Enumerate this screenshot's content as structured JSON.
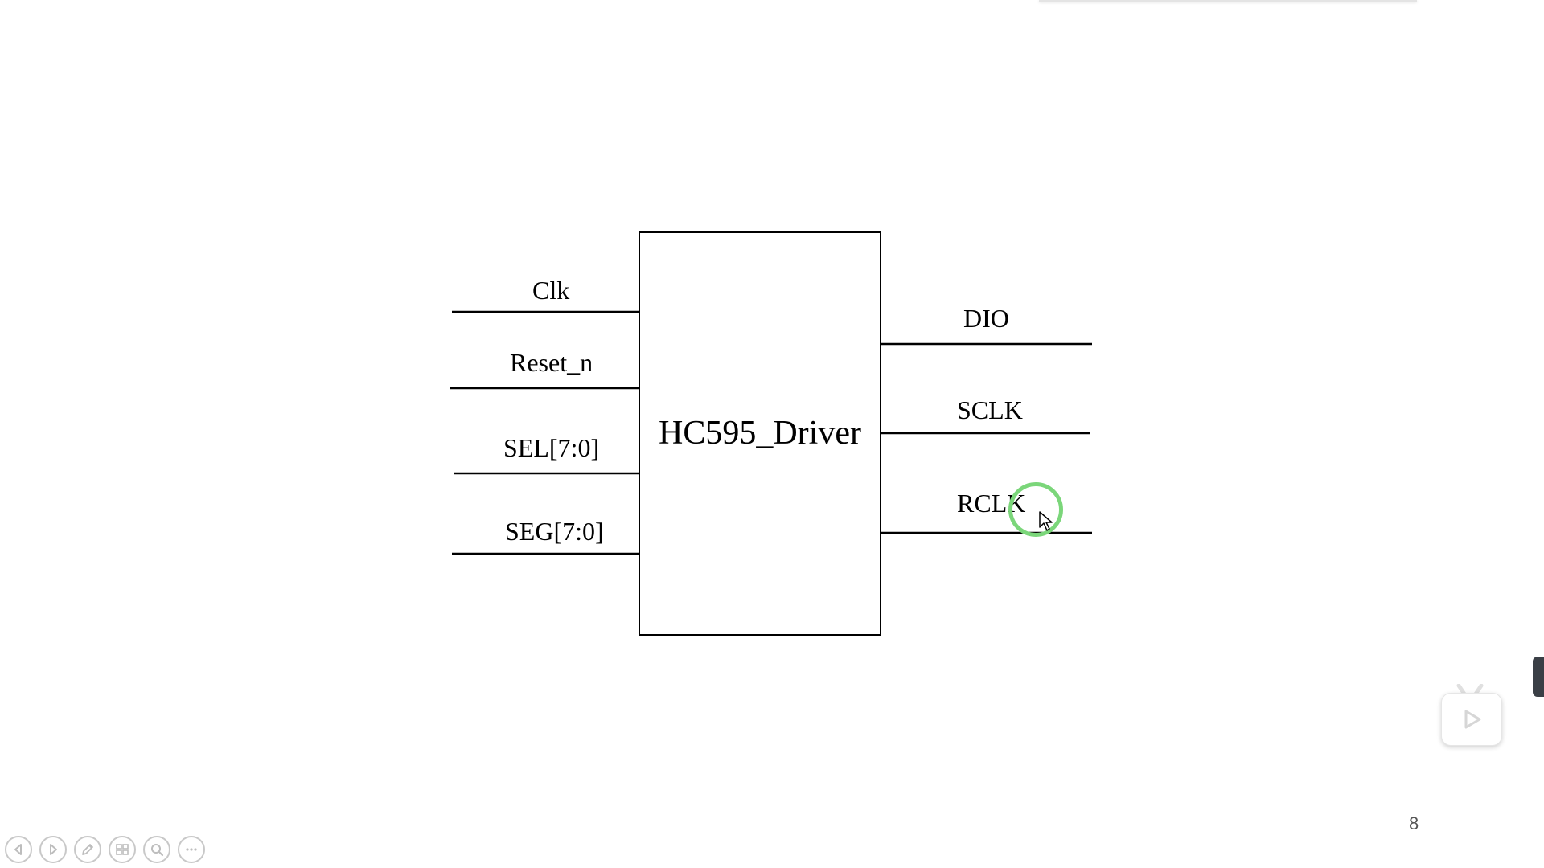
{
  "diagram": {
    "block_label": "HC595_Driver",
    "inputs": [
      "Clk",
      "Reset_n",
      "SEL[7:0]",
      "SEG[7:0]"
    ],
    "outputs": [
      "DIO",
      "SCLK",
      "RCLK"
    ]
  },
  "page": {
    "number": "8"
  },
  "controls": [
    "previous-icon",
    "next-icon",
    "pen-icon",
    "slides-icon",
    "zoom-icon",
    "more-icon"
  ]
}
